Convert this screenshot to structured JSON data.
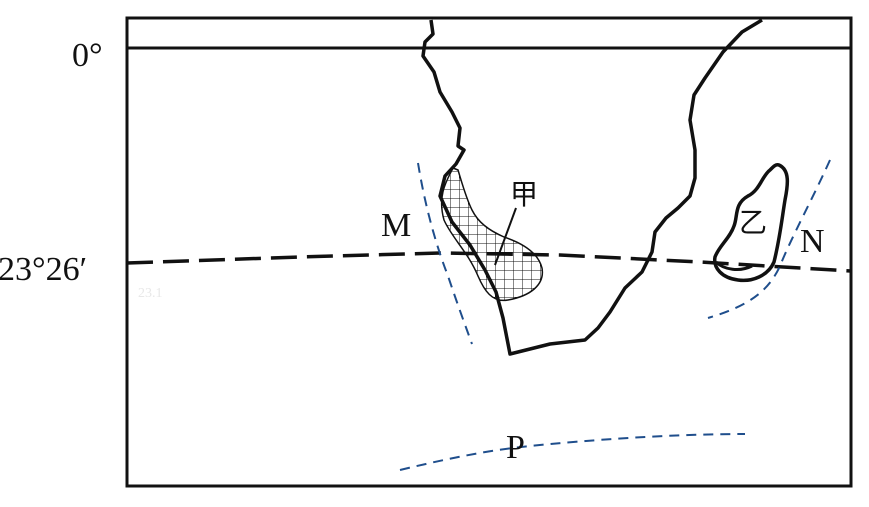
{
  "labels": {
    "equator": "0°",
    "tropic": "23°26′",
    "faint_mark": "23.1",
    "current_m": "M",
    "current_n": "N",
    "current_p": "P",
    "region_jia": "甲",
    "island_yi": "乙"
  },
  "colors": {
    "outline": "#111111",
    "current_line": "#1f4e8c",
    "background": "#ffffff"
  }
}
